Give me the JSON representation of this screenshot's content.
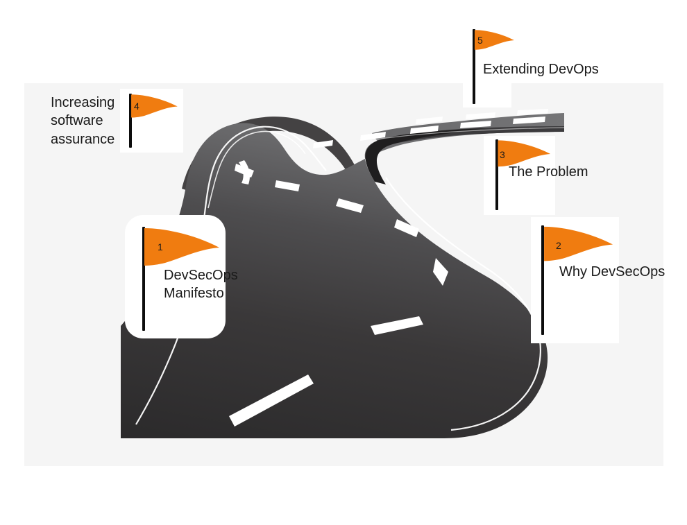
{
  "diagram": {
    "type": "roadmap",
    "title_visible": false,
    "background_color": "#f5f5f5",
    "page_color": "#ffffff",
    "accent_color": "#f07c10",
    "road_color_near": "#2e2c2d",
    "road_color_far": "#6e6e70",
    "road_marking_color": "#ffffff",
    "milestones": [
      {
        "number": "1",
        "label": "DevSecOps\nManifesto",
        "icon": "flag-icon",
        "position": "lower-left"
      },
      {
        "number": "2",
        "label": "Why DevSecOps",
        "icon": "flag-icon",
        "position": "lower-right"
      },
      {
        "number": "3",
        "label": "The Problem",
        "icon": "flag-icon",
        "position": "middle-right"
      },
      {
        "number": "4",
        "label": "Increasing\nsoftware\nassurance",
        "icon": "flag-icon",
        "position": "upper-left"
      },
      {
        "number": "5",
        "label": "Extending DevOps",
        "icon": "flag-icon",
        "position": "top-center"
      }
    ]
  }
}
